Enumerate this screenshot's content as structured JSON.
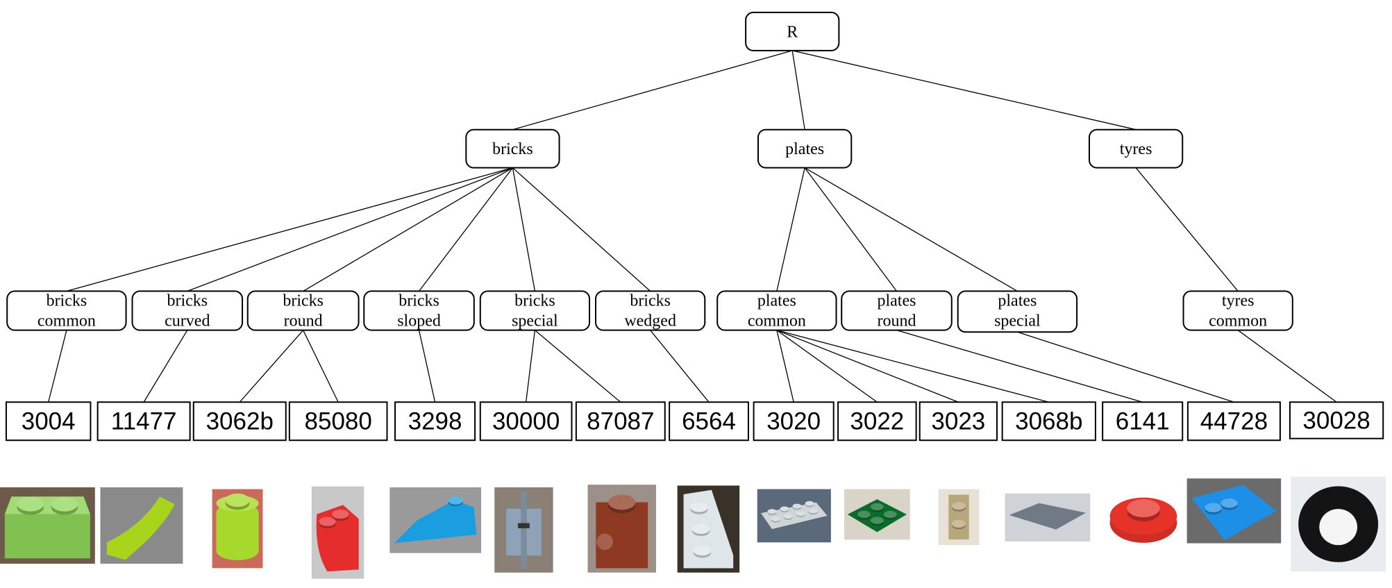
{
  "tree": {
    "root": {
      "id": "R",
      "label": "R"
    },
    "categories": [
      {
        "id": "bricks",
        "label": "bricks",
        "parent": "R"
      },
      {
        "id": "plates",
        "label": "plates",
        "parent": "R"
      },
      {
        "id": "tyres",
        "label": "tyres",
        "parent": "R"
      }
    ],
    "subcategories": [
      {
        "id": "bricks_common",
        "label": [
          "bricks",
          "common"
        ],
        "parent": "bricks"
      },
      {
        "id": "bricks_curved",
        "label": [
          "bricks",
          "curved"
        ],
        "parent": "bricks"
      },
      {
        "id": "bricks_round",
        "label": [
          "bricks",
          "round"
        ],
        "parent": "bricks"
      },
      {
        "id": "bricks_sloped",
        "label": [
          "bricks",
          "sloped"
        ],
        "parent": "bricks"
      },
      {
        "id": "bricks_special",
        "label": [
          "bricks",
          "special"
        ],
        "parent": "bricks"
      },
      {
        "id": "bricks_wedged",
        "label": [
          "bricks",
          "wedged"
        ],
        "parent": "bricks"
      },
      {
        "id": "plates_common",
        "label": [
          "plates",
          "common"
        ],
        "parent": "plates"
      },
      {
        "id": "plates_round",
        "label": [
          "plates",
          "round"
        ],
        "parent": "plates"
      },
      {
        "id": "plates_special",
        "label": [
          "plates",
          "special"
        ],
        "parent": "plates"
      },
      {
        "id": "tyres_common",
        "label": [
          "tyres",
          "common"
        ],
        "parent": "tyres"
      }
    ],
    "parts": [
      {
        "id": "3004",
        "label": "3004",
        "parent": "bricks_common",
        "color": "#8fd65a",
        "shape": "brick2x1"
      },
      {
        "id": "11477",
        "label": "11477",
        "parent": "bricks_curved",
        "color": "#a8d51c",
        "shape": "curve"
      },
      {
        "id": "3062b",
        "label": "3062b",
        "parent": "bricks_round",
        "color": "#a6d92b",
        "shape": "round"
      },
      {
        "id": "85080",
        "label": "85080",
        "parent": "bricks_round",
        "color": "#e52d2d",
        "shape": "roundcorner"
      },
      {
        "id": "3298",
        "label": "3298",
        "parent": "bricks_sloped",
        "color": "#1a9ee0",
        "shape": "slope"
      },
      {
        "id": "30000",
        "label": "30000",
        "parent": "bricks_special",
        "color": "#8fa3b8",
        "shape": "technic"
      },
      {
        "id": "87087",
        "label": "87087",
        "parent": "bricks_special",
        "color": "#8e3a22",
        "shape": "studside"
      },
      {
        "id": "6564",
        "label": "6564",
        "parent": "bricks_wedged",
        "color": "#dfe6ea",
        "shape": "wedge"
      },
      {
        "id": "3020",
        "label": "3020",
        "parent": "plates_common",
        "color": "#cfd4d6",
        "shape": "plate2x4"
      },
      {
        "id": "3022",
        "label": "3022",
        "parent": "plates_common",
        "color": "#0b6b2a",
        "shape": "plate2x2"
      },
      {
        "id": "3023",
        "label": "3023",
        "parent": "plates_common",
        "color": "#b7a77a",
        "shape": "plate1x2"
      },
      {
        "id": "3068b",
        "label": "3068b",
        "parent": "plates_common",
        "color": "#707a86",
        "shape": "tile"
      },
      {
        "id": "6141",
        "label": "6141",
        "parent": "plates_round",
        "color": "#e5332a",
        "shape": "roundplate"
      },
      {
        "id": "44728",
        "label": "44728",
        "parent": "plates_special",
        "color": "#1d8fe6",
        "shape": "bracket"
      },
      {
        "id": "30028",
        "label": "30028",
        "parent": "tyres_common",
        "color": "#141414",
        "shape": "tyre"
      }
    ]
  }
}
